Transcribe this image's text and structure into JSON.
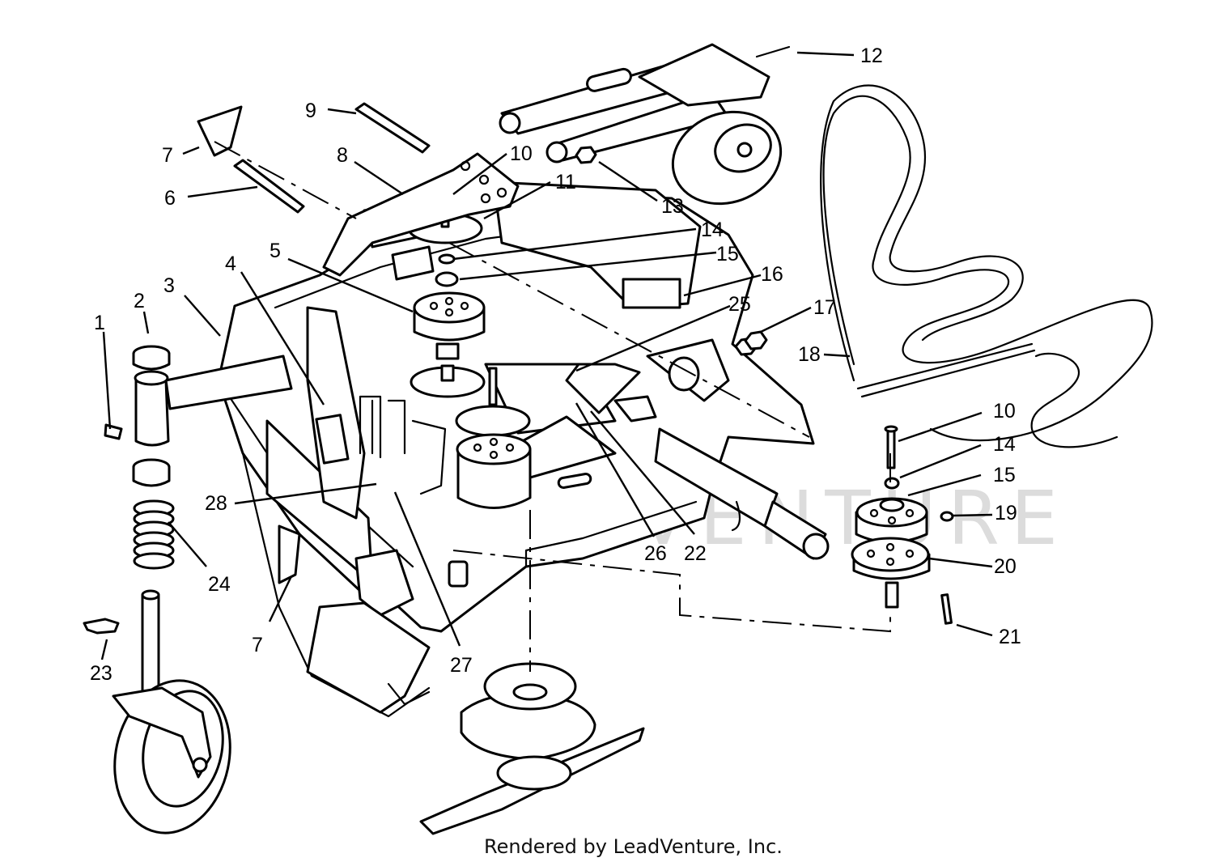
{
  "diagram": {
    "watermark": "LEADVENTURE",
    "credit": "Rendered by LeadVenture, Inc.",
    "callouts": [
      {
        "id": "c1",
        "label": "1"
      },
      {
        "id": "c2",
        "label": "2"
      },
      {
        "id": "c3",
        "label": "3"
      },
      {
        "id": "c4",
        "label": "4"
      },
      {
        "id": "c5",
        "label": "5"
      },
      {
        "id": "c6",
        "label": "6"
      },
      {
        "id": "c7a",
        "label": "7"
      },
      {
        "id": "c7b",
        "label": "7"
      },
      {
        "id": "c8",
        "label": "8"
      },
      {
        "id": "c9",
        "label": "9"
      },
      {
        "id": "c10a",
        "label": "10"
      },
      {
        "id": "c10b",
        "label": "10"
      },
      {
        "id": "c11",
        "label": "11"
      },
      {
        "id": "c12",
        "label": "12"
      },
      {
        "id": "c13",
        "label": "13"
      },
      {
        "id": "c14a",
        "label": "14"
      },
      {
        "id": "c14b",
        "label": "14"
      },
      {
        "id": "c15a",
        "label": "15"
      },
      {
        "id": "c15b",
        "label": "15"
      },
      {
        "id": "c16",
        "label": "16"
      },
      {
        "id": "c17",
        "label": "17"
      },
      {
        "id": "c18",
        "label": "18"
      },
      {
        "id": "c19",
        "label": "19"
      },
      {
        "id": "c20",
        "label": "20"
      },
      {
        "id": "c21",
        "label": "21"
      },
      {
        "id": "c22",
        "label": "22"
      },
      {
        "id": "c23",
        "label": "23"
      },
      {
        "id": "c24",
        "label": "24"
      },
      {
        "id": "c25",
        "label": "25"
      },
      {
        "id": "c26",
        "label": "26"
      },
      {
        "id": "c27",
        "label": "27"
      },
      {
        "id": "c28",
        "label": "28"
      }
    ]
  }
}
